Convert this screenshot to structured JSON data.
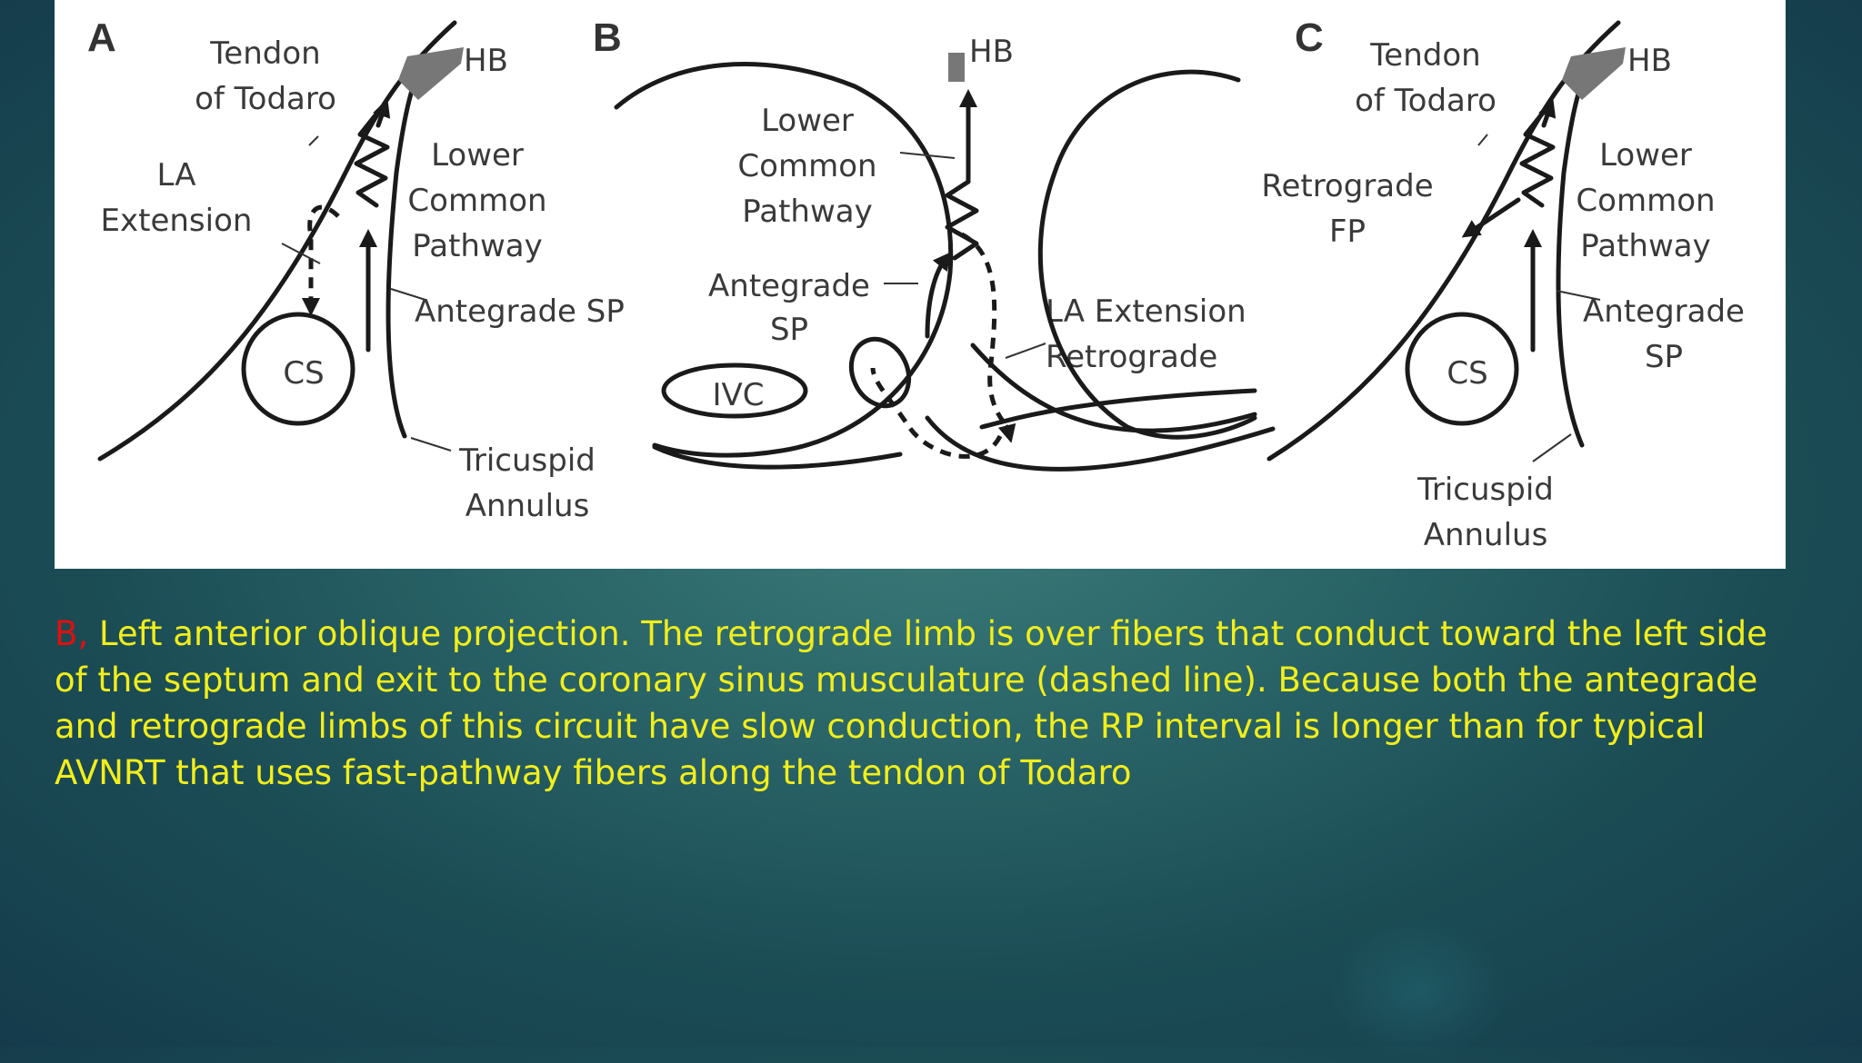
{
  "figure": {
    "panel_a": {
      "letter": "A",
      "tendon": [
        "Tendon",
        "of Todaro"
      ],
      "hb": "HB",
      "la_extension": [
        "LA",
        "Extension"
      ],
      "lower_common": [
        "Lower",
        "Common",
        "Pathway"
      ],
      "antegrade_sp": "Antegrade SP",
      "cs": "CS",
      "tricuspid": [
        "Tricuspid",
        "Annulus"
      ]
    },
    "panel_b": {
      "letter": "B",
      "hb": "HB",
      "lower_common": [
        "Lower",
        "Common",
        "Pathway"
      ],
      "antegrade_sp": [
        "Antegrade",
        "SP"
      ],
      "ivc": "IVC",
      "la_ext_retro": [
        "LA Extension",
        "Retrograde"
      ]
    },
    "panel_c": {
      "letter": "C",
      "tendon": [
        "Tendon",
        "of Todaro"
      ],
      "hb": "HB",
      "retrograde_fp": [
        "Retrograde",
        "FP"
      ],
      "lower_common": [
        "Lower",
        "Common",
        "Pathway"
      ],
      "antegrade_sp": [
        "Antegrade",
        "SP"
      ],
      "cs": "CS",
      "tricuspid": [
        "Tricuspid",
        "Annulus"
      ]
    }
  },
  "caption": {
    "lead": "B,",
    "body": " Left anterior oblique projection. The retrograde limb is over fibers that conduct toward the left side of the septum and exit to the coronary sinus musculature (dashed line). Because both the antegrade and retrograde limbs of this circuit have slow conduction, the RP interval is longer than for typical AVNRT that uses fast-pathway fibers along the tendon of Todaro"
  },
  "colors": {
    "caption_text": "#f2ee1a",
    "caption_lead": "#e01010",
    "background": "#1b4d55",
    "panel": "#ffffff"
  }
}
